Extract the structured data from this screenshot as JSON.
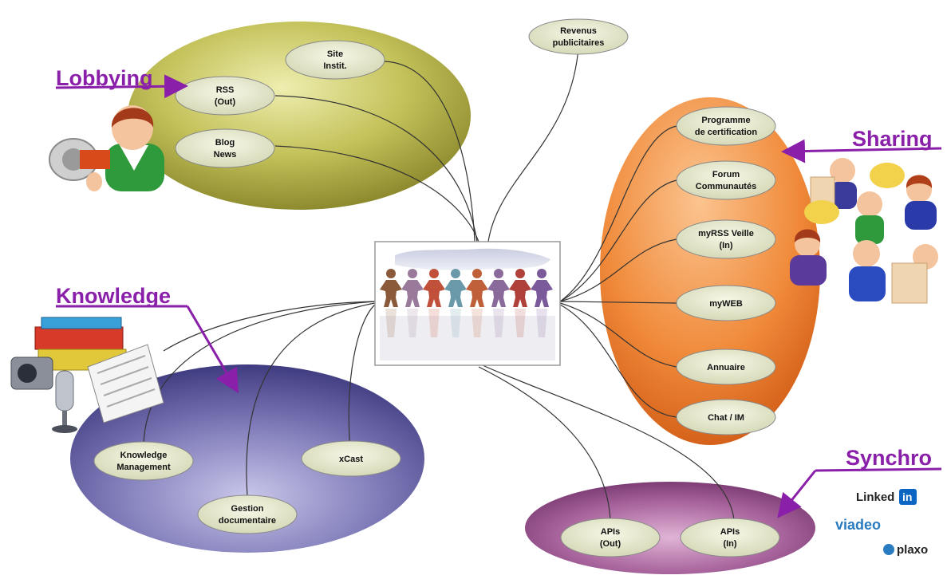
{
  "categories": {
    "lobbying": "Lobbying",
    "knowledge": "Knowledge",
    "sharing": "Sharing",
    "synchro": "Synchro"
  },
  "nodes": {
    "revenus": [
      "Revenus",
      "publicitaires"
    ],
    "site": [
      "Site",
      "Instit."
    ],
    "rss_out": [
      "RSS",
      "(Out)"
    ],
    "blog": [
      "Blog",
      "News"
    ],
    "programme": [
      "Programme",
      "de certification"
    ],
    "forum": [
      "Forum",
      "Communautés"
    ],
    "myrss": [
      "myRSS Veille",
      "(In)"
    ],
    "myweb": [
      "myWEB"
    ],
    "annuaire": [
      "Annuaire"
    ],
    "chat": [
      "Chat / IM"
    ],
    "km": [
      "Knowledge",
      "Management"
    ],
    "xcast": [
      "xCast"
    ],
    "gestion": [
      "Gestion",
      "documentaire"
    ],
    "apis_out": [
      "APIs",
      "(Out)"
    ],
    "apis_in": [
      "APIs",
      "(In)"
    ]
  },
  "brands": {
    "linkedin": "Linked",
    "linkedin_in": "in",
    "viadeo": "viadeo",
    "plaxo": "plaxo"
  },
  "colors": {
    "lobbying_group": "#b8b64a",
    "sharing_group": "#f08a3a",
    "knowledge_group": "#5e5a9e",
    "synchro_group": "#8a4a80",
    "node_fill": "#e6e8cf",
    "category_text": "#8a1faa",
    "linkedin_blue": "#0a66c2",
    "viadeo_blue": "#2a7cc0"
  },
  "icons": [
    "megaphone-person-icon",
    "people-group-icon",
    "books-media-icon",
    "people-chain-icon"
  ]
}
